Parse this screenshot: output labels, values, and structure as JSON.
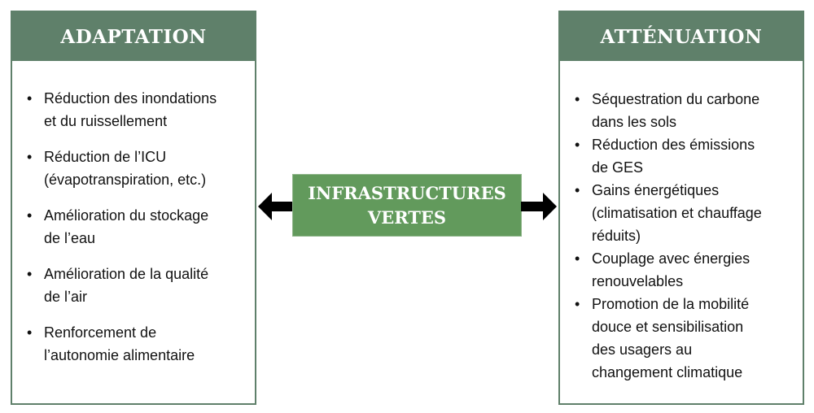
{
  "adaptation": {
    "title": "ADAPTATION",
    "items": [
      {
        "lines": [
          "Réduction des inondations",
          "et du ruissellement"
        ]
      },
      {
        "lines": [
          "Réduction de l’ICU",
          "(évapotranspiration, etc.)"
        ]
      },
      {
        "lines": [
          "Amélioration du stockage",
          "de l’eau"
        ]
      },
      {
        "lines": [
          "Amélioration de la qualité",
          "de l’air"
        ]
      },
      {
        "lines": [
          "Renforcement de",
          "l’autonomie alimentaire"
        ]
      }
    ]
  },
  "center": {
    "lines": [
      "INFRASTRUCTURES",
      "VERTES"
    ]
  },
  "attenuation": {
    "title": "ATTÉNUATION",
    "items": [
      {
        "lines": [
          "Séquestration du carbone",
          "dans les sols"
        ]
      },
      {
        "lines": [
          "Réduction des émissions",
          "de GES"
        ]
      },
      {
        "lines": [
          "Gains énergétiques",
          "(climatisation et chauffage",
          "réduits)"
        ]
      },
      {
        "lines": [
          "Couplage avec énergies",
          "renouvelables"
        ]
      },
      {
        "lines": [
          "Promotion de la mobilité",
          "douce et sensibilisation",
          "des usagers au",
          "changement climatique"
        ]
      }
    ]
  },
  "bullet": "•",
  "colors": {
    "header": "#5f806a",
    "center": "#629a5c",
    "arrow": "#000000"
  }
}
